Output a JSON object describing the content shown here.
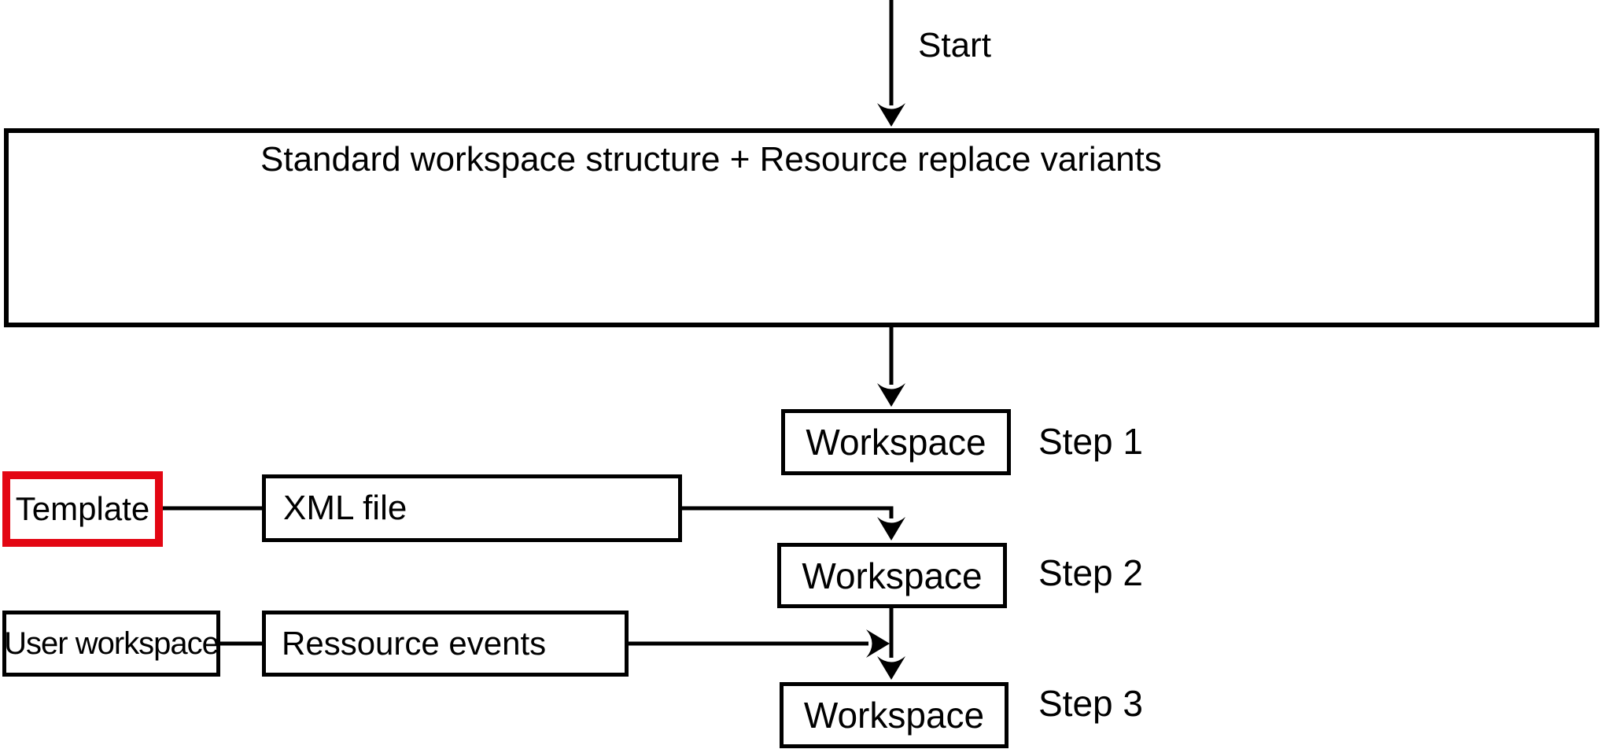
{
  "colors": {
    "accent_red": "#e30613",
    "line": "#000000",
    "background": "#ffffff"
  },
  "flow": {
    "start_label": "Start",
    "main_box_label": "Standard workspace structure + Resource replace variants",
    "steps": [
      {
        "box": "Workspace",
        "label": "Step 1"
      },
      {
        "box": "Workspace",
        "label": "Step 2"
      },
      {
        "box": "Workspace",
        "label": "Step 3"
      }
    ],
    "inputs": [
      {
        "source": "Template",
        "via": "XML file",
        "feeds": "Step 2",
        "highlighted": true
      },
      {
        "source": "User workspace",
        "via": "Ressource events",
        "feeds": "Step 3",
        "highlighted": false
      }
    ]
  }
}
